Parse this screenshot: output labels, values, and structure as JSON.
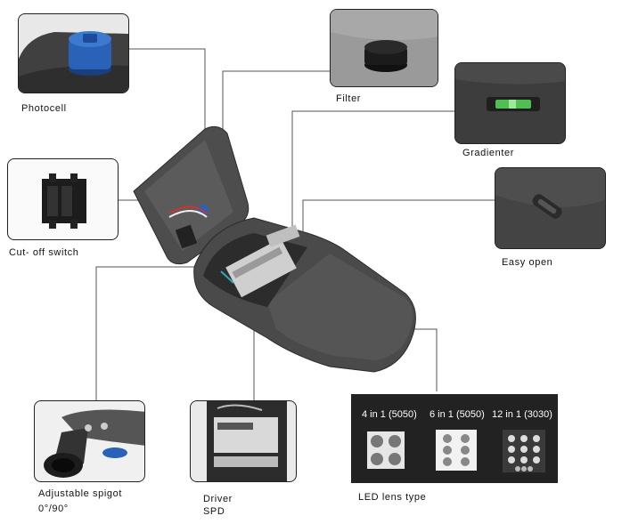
{
  "callouts": {
    "photocell": "Photocell",
    "filter": "Filter",
    "gradienter": "Gradienter",
    "cutoff_switch": "Cut- off  switch",
    "easy_open": "Easy  open",
    "adjustable_spigot": "Adjustable    spigot",
    "spigot_angle": "0°/90°",
    "driver": "Driver",
    "spd": "SPD",
    "led_lens_type": "LED  lens  type"
  },
  "lens_options": [
    {
      "label": "4 in 1 (5050)"
    },
    {
      "label": "6 in 1 (5050)"
    },
    {
      "label": "12 in 1 (3030)"
    }
  ],
  "colors": {
    "housing": "#4a4a4a",
    "photocell_blue": "#2a62b8",
    "leader_line": "#555555",
    "dot": "#5aa0d8",
    "lens_panel": "#222222"
  }
}
